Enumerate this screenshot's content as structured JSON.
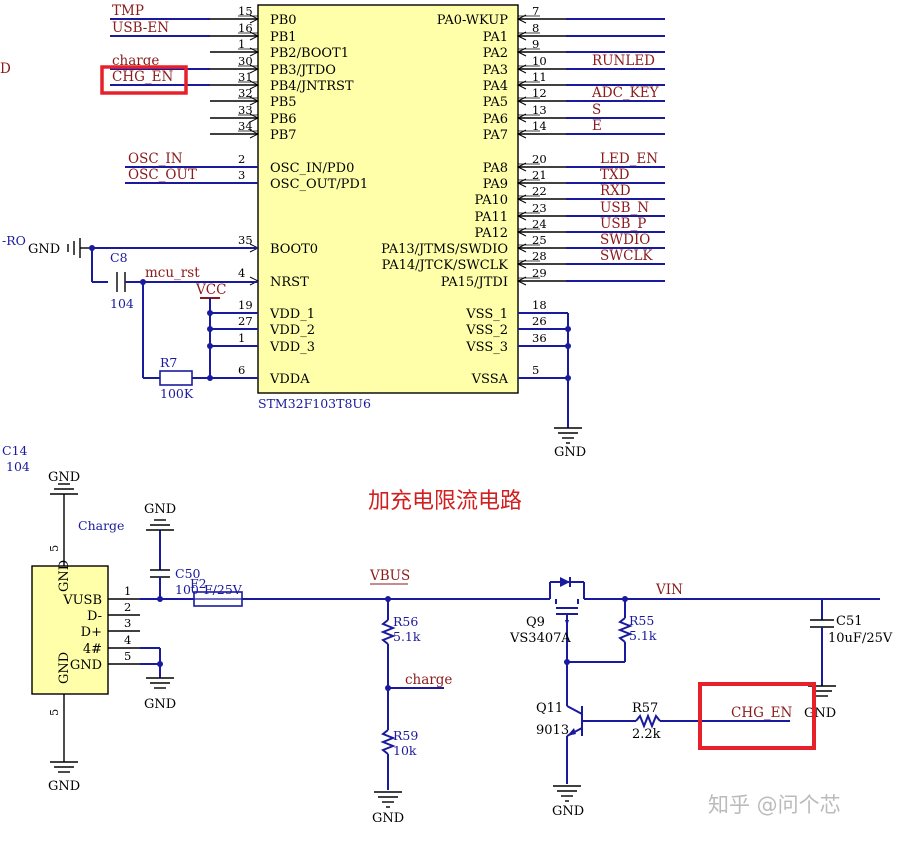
{
  "mcu": {
    "part": "STM32F103T8U6",
    "left_pins": [
      {
        "num": "15",
        "name": "PB0",
        "net": "TMP"
      },
      {
        "num": "16",
        "name": "PB1",
        "net": "USB-EN"
      },
      {
        "num": "1",
        "name": "PB2/BOOT1",
        "net": ""
      },
      {
        "num": "30",
        "name": "PB3/JTDO",
        "net": "charge"
      },
      {
        "num": "31",
        "name": "PB4/JNTRST",
        "net": "CHG_EN"
      },
      {
        "num": "32",
        "name": "PB5",
        "net": ""
      },
      {
        "num": "33",
        "name": "PB6",
        "net": ""
      },
      {
        "num": "34",
        "name": "PB7",
        "net": ""
      },
      {
        "num": "2",
        "name": "OSC_IN/PD0",
        "net": "OSC_IN"
      },
      {
        "num": "3",
        "name": "OSC_OUT/PD1",
        "net": "OSC_OUT"
      },
      {
        "num": "35",
        "name": "BOOT0",
        "net": ""
      },
      {
        "num": "4",
        "name": "NRST",
        "net": "mcu_rst"
      },
      {
        "num": "19",
        "name": "VDD_1",
        "net": ""
      },
      {
        "num": "27",
        "name": "VDD_2",
        "net": ""
      },
      {
        "num": "1",
        "name": "VDD_3",
        "net": ""
      },
      {
        "num": "6",
        "name": "VDDA",
        "net": ""
      }
    ],
    "right_pins": [
      {
        "num": "7",
        "name": "PA0-WKUP",
        "net": ""
      },
      {
        "num": "8",
        "name": "PA1",
        "net": ""
      },
      {
        "num": "9",
        "name": "PA2",
        "net": ""
      },
      {
        "num": "10",
        "name": "PA3",
        "net": "RUNLED"
      },
      {
        "num": "11",
        "name": "PA4",
        "net": ""
      },
      {
        "num": "12",
        "name": "PA5",
        "net": "ADC_KEY"
      },
      {
        "num": "13",
        "name": "PA6",
        "net": "S"
      },
      {
        "num": "14",
        "name": "PA7",
        "net": "E"
      },
      {
        "num": "20",
        "name": "PA8",
        "net": "LED_EN"
      },
      {
        "num": "21",
        "name": "PA9",
        "net": "TXD"
      },
      {
        "num": "22",
        "name": "PA10",
        "net": "RXD"
      },
      {
        "num": "23",
        "name": "PA11",
        "net": "USB_N"
      },
      {
        "num": "24",
        "name": "PA12",
        "net": "USB_P"
      },
      {
        "num": "25",
        "name": "PA13/JTMS/SWDIO",
        "net": "SWDIO"
      },
      {
        "num": "28",
        "name": "PA14/JTCK/SWCLK",
        "net": "SWCLK"
      },
      {
        "num": "29",
        "name": "PA15/JTDI",
        "net": ""
      },
      {
        "num": "18",
        "name": "VSS_1",
        "net": ""
      },
      {
        "num": "26",
        "name": "VSS_2",
        "net": ""
      },
      {
        "num": "36",
        "name": "VSS_3",
        "net": ""
      },
      {
        "num": "5",
        "name": "VSSA",
        "net": ""
      }
    ]
  },
  "labels": {
    "gnd": "GND",
    "vcc": "VCC",
    "c8_ref": "C8",
    "c8_val": "104",
    "r7_ref": "R7",
    "r7_val": "100K",
    "edge_d": "D",
    "edge_ro": "-RO",
    "c14_ref": "C14",
    "c14_val": "104",
    "title_cn": "加充电限流电路",
    "charge_conn": "Charge",
    "vbus": "VBUS",
    "vin": "VIN",
    "c50_ref": "C50",
    "c50_val": "100",
    "f2_ref": "F2",
    "f2_val": "F/25V",
    "r56_ref": "R56",
    "r56_val": "5.1k",
    "r59_ref": "R59",
    "r59_val": "10k",
    "q9_ref": "Q9",
    "q9_val": "VS3407A",
    "r55_ref": "R55",
    "r55_val": "5.1k",
    "c51_ref": "C51",
    "c51_val": "10uF/25V",
    "q11_ref": "Q11",
    "q11_val": "9013",
    "r57_ref": "R57",
    "r57_val": "2.2k",
    "charge_net": "charge",
    "chg_en_net": "CHG_EN",
    "watermark": "知乎 @问个芯"
  },
  "usb_conn": {
    "pins": [
      {
        "num": "1",
        "name": "VUSB"
      },
      {
        "num": "2",
        "name": "D-"
      },
      {
        "num": "3",
        "name": "D+"
      },
      {
        "num": "4",
        "name": "4#"
      },
      {
        "num": "5",
        "name": "GND"
      }
    ],
    "side_gnd": "GND",
    "side_num": "5"
  },
  "colors": {
    "wire": "#1a1a9e",
    "net_label": "#8b1a1a",
    "ic_body": "#ffffaa",
    "highlight": "#e8202a"
  }
}
